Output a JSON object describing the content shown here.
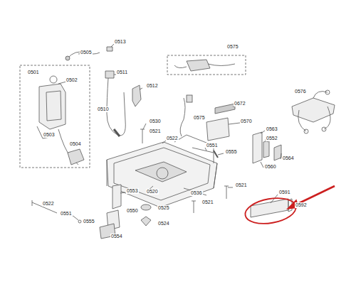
{
  "diagram": {
    "labels": [
      "0505",
      "0513",
      "0575",
      "0501",
      "0502",
      "0511",
      "0512",
      "0503",
      "0504",
      "0510",
      "0530",
      "0521",
      "0575",
      "0672",
      "0570",
      "0576",
      "0522",
      "0551",
      "0563",
      "0552",
      "0555",
      "0564",
      "0560",
      "0520",
      "0536",
      "0521",
      "0521",
      "0591",
      "0592",
      "0553",
      "0525",
      "0550",
      "0522",
      "0551",
      "0524",
      "0555",
      "0554"
    ]
  }
}
